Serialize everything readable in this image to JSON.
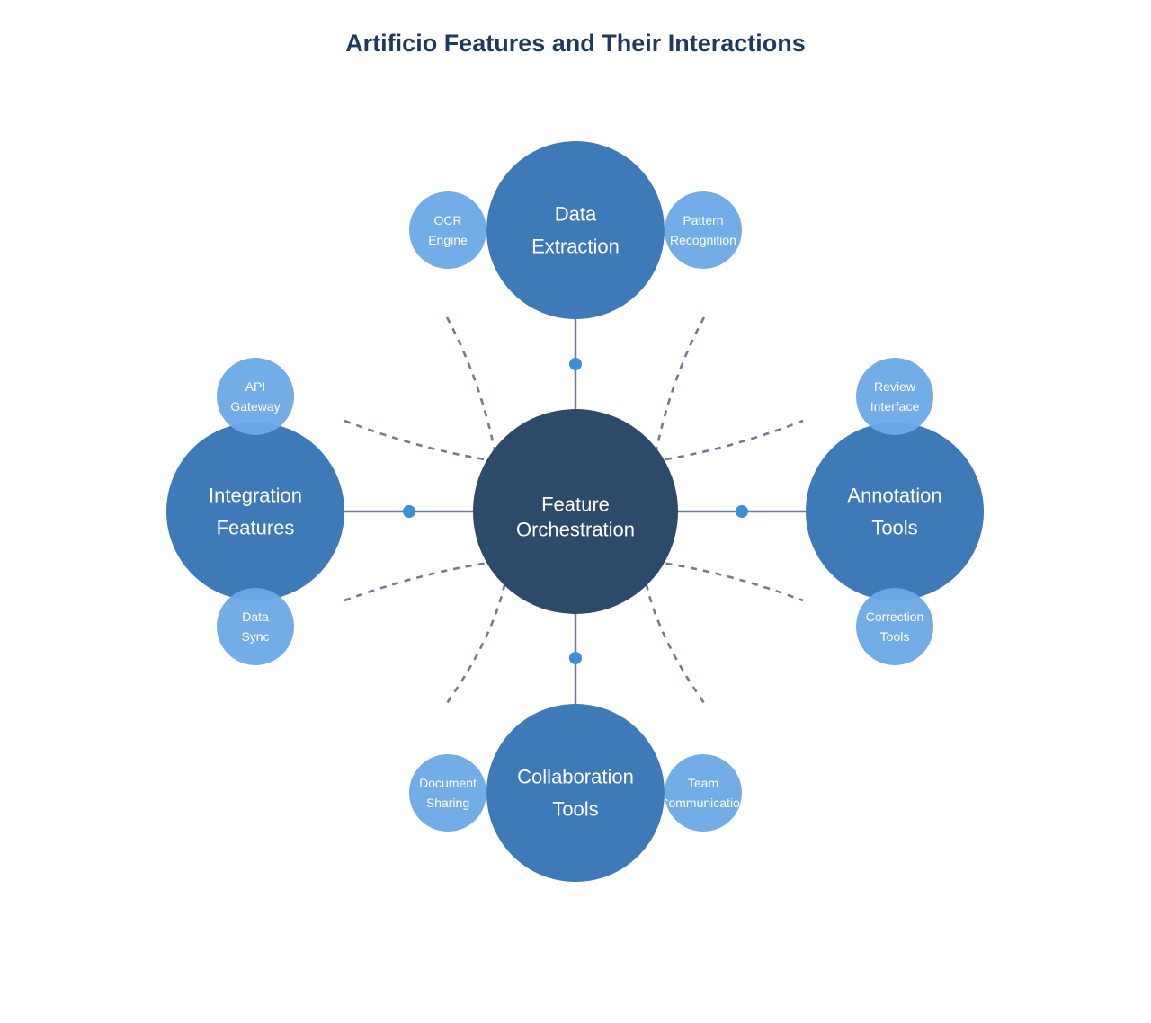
{
  "title": "Artificio Features and Their Interactions",
  "colors": {
    "title": "#1f3a5f",
    "center_fill": "#2e4a6b",
    "main_fill": "#3f7ab8",
    "sub_fill": "#6aa9e6",
    "connector": "#6b7f99",
    "dot": "#3b8fdb",
    "dashed": "#5c6f8a"
  },
  "center": {
    "lines": [
      "Feature",
      "Orchestration"
    ]
  },
  "features": [
    {
      "id": "data-extraction",
      "lines": [
        "Data",
        "Extraction"
      ],
      "subs": [
        {
          "id": "ocr-engine",
          "lines": [
            "OCR",
            "Engine"
          ]
        },
        {
          "id": "pattern-recognition",
          "lines": [
            "Pattern",
            "Recognition"
          ]
        }
      ]
    },
    {
      "id": "integration-features",
      "lines": [
        "Integration",
        "Features"
      ],
      "subs": [
        {
          "id": "api-gateway",
          "lines": [
            "API",
            "Gateway"
          ]
        },
        {
          "id": "data-sync",
          "lines": [
            "Data",
            "Sync"
          ]
        }
      ]
    },
    {
      "id": "annotation-tools",
      "lines": [
        "Annotation",
        "Tools"
      ],
      "subs": [
        {
          "id": "review-interface",
          "lines": [
            "Review",
            "Interface"
          ]
        },
        {
          "id": "correction-tools",
          "lines": [
            "Correction",
            "Tools"
          ]
        }
      ]
    },
    {
      "id": "collaboration-tools",
      "lines": [
        "Collaboration",
        "Tools"
      ],
      "subs": [
        {
          "id": "document-sharing",
          "lines": [
            "Document",
            "Sharing"
          ]
        },
        {
          "id": "team-communication",
          "lines": [
            "Team",
            "Communication"
          ]
        }
      ]
    }
  ]
}
